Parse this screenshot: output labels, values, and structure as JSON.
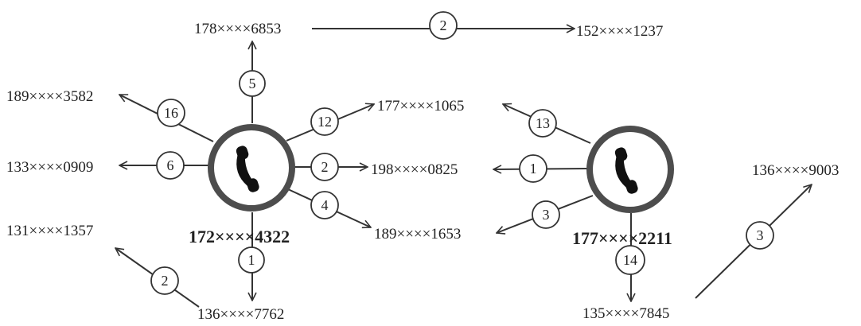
{
  "hubs": [
    {
      "id": "h1",
      "label": "172××××4322",
      "icon": "phone-icon"
    },
    {
      "id": "h2",
      "label": "177××××2211",
      "icon": "phone-icon"
    }
  ],
  "numbers": [
    {
      "id": "n178",
      "text": "178××××6853"
    },
    {
      "id": "n152",
      "text": "152××××1237"
    },
    {
      "id": "n189a",
      "text": "189××××3582"
    },
    {
      "id": "n177b",
      "text": "177××××1065"
    },
    {
      "id": "n133",
      "text": "133××××0909"
    },
    {
      "id": "n198",
      "text": "198××××0825"
    },
    {
      "id": "n136b",
      "text": "136××××9003"
    },
    {
      "id": "n131",
      "text": "131××××1357"
    },
    {
      "id": "n189b",
      "text": "189××××1653"
    },
    {
      "id": "n136a",
      "text": "136××××7762"
    },
    {
      "id": "n135",
      "text": "135××××7845"
    }
  ],
  "edges": [
    {
      "from": "h1",
      "to": "n178",
      "count": "5"
    },
    {
      "from": "n178",
      "to": "n152",
      "count": "2"
    },
    {
      "from": "h1",
      "to": "n189a",
      "count": "16"
    },
    {
      "from": "h1",
      "to": "n177b",
      "count": "12"
    },
    {
      "from": "h1",
      "to": "n133",
      "count": "6"
    },
    {
      "from": "h1",
      "to": "n198",
      "count": "2"
    },
    {
      "from": "h1",
      "to": "n189b",
      "count": "4"
    },
    {
      "from": "h1",
      "to": "n136a",
      "count": "1"
    },
    {
      "from": "n136a",
      "to": "n131",
      "count": "2"
    },
    {
      "from": "h2",
      "to": "n177b",
      "count": "13"
    },
    {
      "from": "h2",
      "to": "n198",
      "count": "1"
    },
    {
      "from": "h2",
      "to": "n189b",
      "count": "3"
    },
    {
      "from": "h2",
      "to": "n135",
      "count": "14"
    },
    {
      "from": "n135",
      "to": "n136b",
      "count": "3"
    }
  ],
  "colors": {
    "hub_ring": "#4d4d4d",
    "icon": "#111111",
    "stroke": "#333333"
  }
}
